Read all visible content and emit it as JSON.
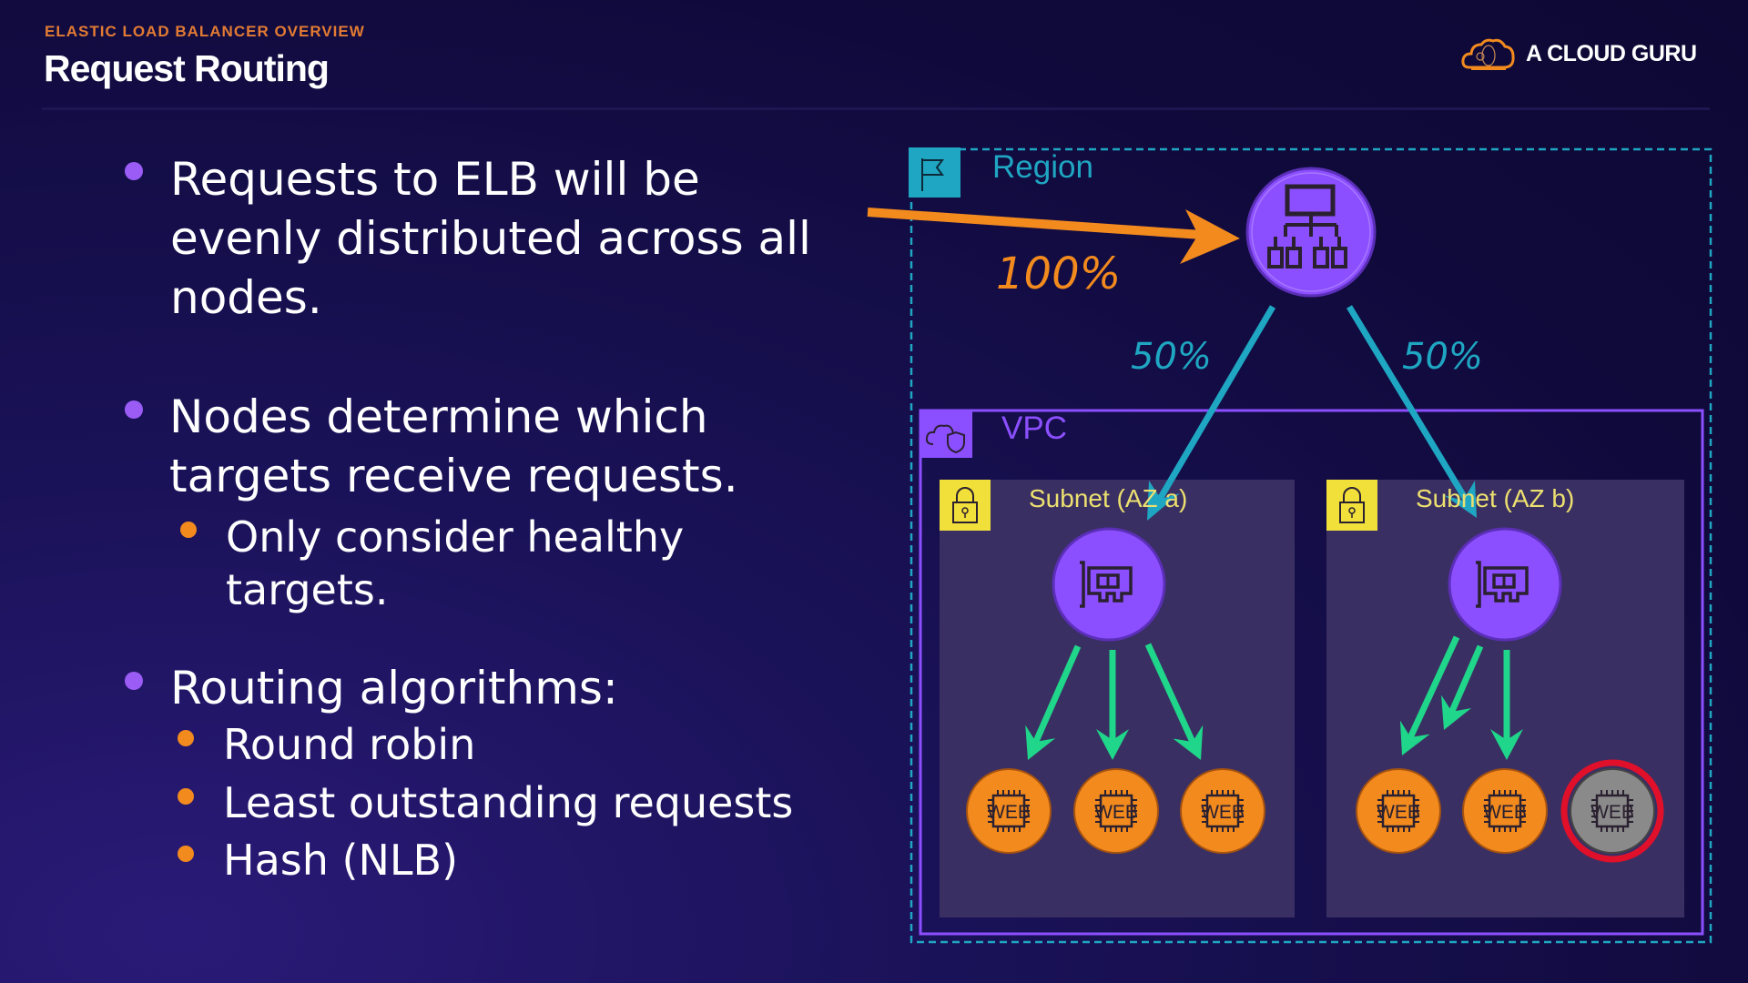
{
  "header": {
    "kicker": "ELASTIC LOAD BALANCER OVERVIEW",
    "title": "Request Routing",
    "logo_text": "A CLOUD GURU"
  },
  "bullets": [
    {
      "lines": [
        "Requests to ELB will be",
        "evenly distributed across all",
        "nodes."
      ],
      "sub": []
    },
    {
      "lines": [
        "Nodes determine which",
        "targets receive requests."
      ],
      "sub": [
        {
          "lines": [
            "Only consider healthy",
            "targets."
          ]
        }
      ]
    },
    {
      "lines": [
        "Routing algorithms:"
      ],
      "sub": [
        {
          "lines": [
            "Round robin"
          ]
        },
        {
          "lines": [
            "Least outstanding requests"
          ]
        },
        {
          "lines": [
            "Hash (NLB)"
          ]
        }
      ]
    }
  ],
  "diagram": {
    "region_label": "Region",
    "vpc_label": "VPC",
    "incoming_percent": "100%",
    "split_left_percent": "50%",
    "split_right_percent": "50%",
    "subnets": [
      {
        "label": "Subnet (AZ a)",
        "instances": [
          {
            "label": "WEB",
            "healthy": true
          },
          {
            "label": "WEB",
            "healthy": true
          },
          {
            "label": "WEB",
            "healthy": true
          }
        ]
      },
      {
        "label": "Subnet (AZ b)",
        "instances": [
          {
            "label": "WEB",
            "healthy": true
          },
          {
            "label": "WEB",
            "healthy": true
          },
          {
            "label": "WEB",
            "healthy": false
          }
        ]
      }
    ]
  },
  "colors": {
    "accent_orange": "#f28a1e",
    "region_teal": "#1fa6c2",
    "vpc_purple": "#8c4fff",
    "subnet_yellow": "#f2e03a",
    "route_green": "#1fd68a",
    "unhealthy_red": "#e0102a",
    "bullet_purple": "#9b5cf6"
  }
}
